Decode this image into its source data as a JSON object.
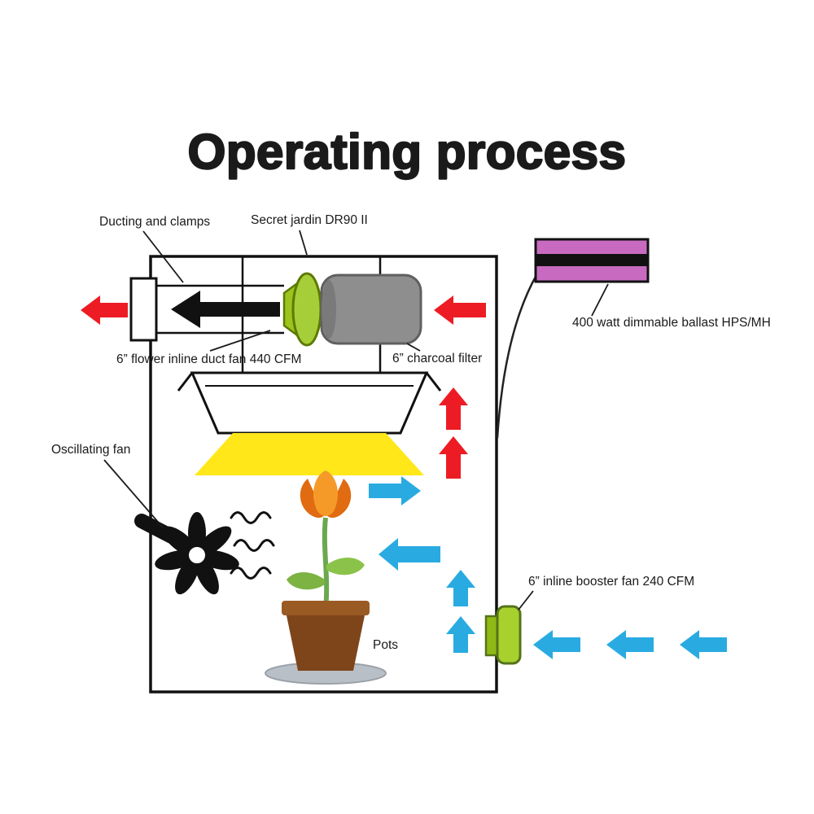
{
  "title": "Operating process",
  "labels": {
    "ducting_clamps": "Ducting and clamps",
    "tent_model": "Secret jardin DR90 II",
    "ballast": "400 watt dimmable ballast HPS/MH",
    "duct_fan": "6” flower inline duct fan 440 CFM",
    "charcoal_filter": "6” charcoal filter",
    "oscillating_fan": "Oscillating fan",
    "booster_fan": "6” inline booster fan 240 CFM",
    "pots": "Pots"
  },
  "colors": {
    "arrow_red": "#ed1c24",
    "arrow_blue": "#29abe2",
    "ballast_pink": "#c86bc0",
    "fan_green": "#a6ce39",
    "filter_gray": "#8e8e8e",
    "light_yellow": "#ffe71a",
    "pot_brown": "#7e441a",
    "saucer_gray": "#b9bfc6"
  }
}
